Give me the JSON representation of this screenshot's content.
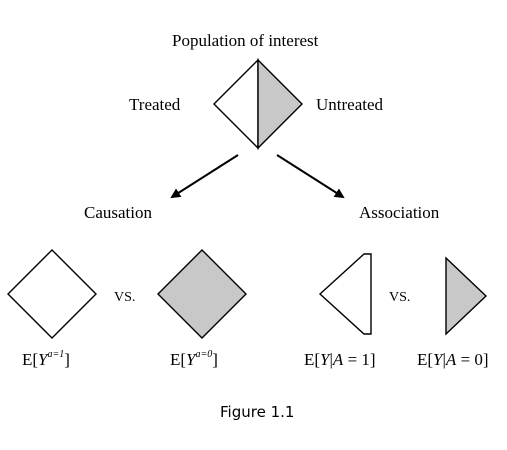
{
  "title": "Population of interest",
  "left_label": "Treated",
  "right_label": "Untreated",
  "branches": {
    "causation": {
      "label": "Causation",
      "vs": "VS.",
      "left_expr": {
        "prefix": "E[",
        "var": "Y",
        "sup": "a=1",
        "suffix": "]"
      },
      "right_expr": {
        "prefix": "E[",
        "var": "Y",
        "sup": "a=0",
        "suffix": "]"
      }
    },
    "association": {
      "label": "Association",
      "vs": "VS.",
      "left_expr": {
        "prefix": "E[",
        "var": "Y",
        "cond": "|",
        "given": "A",
        "value": " = 1]"
      },
      "right_expr": {
        "prefix": "E[",
        "var": "Y",
        "cond": "|",
        "given": "A",
        "value": " = 0]"
      }
    }
  },
  "caption": "Figure 1.1",
  "colors": {
    "fill_gray": "#c8c8c8",
    "stroke": "#000000",
    "background": "#ffffff"
  }
}
